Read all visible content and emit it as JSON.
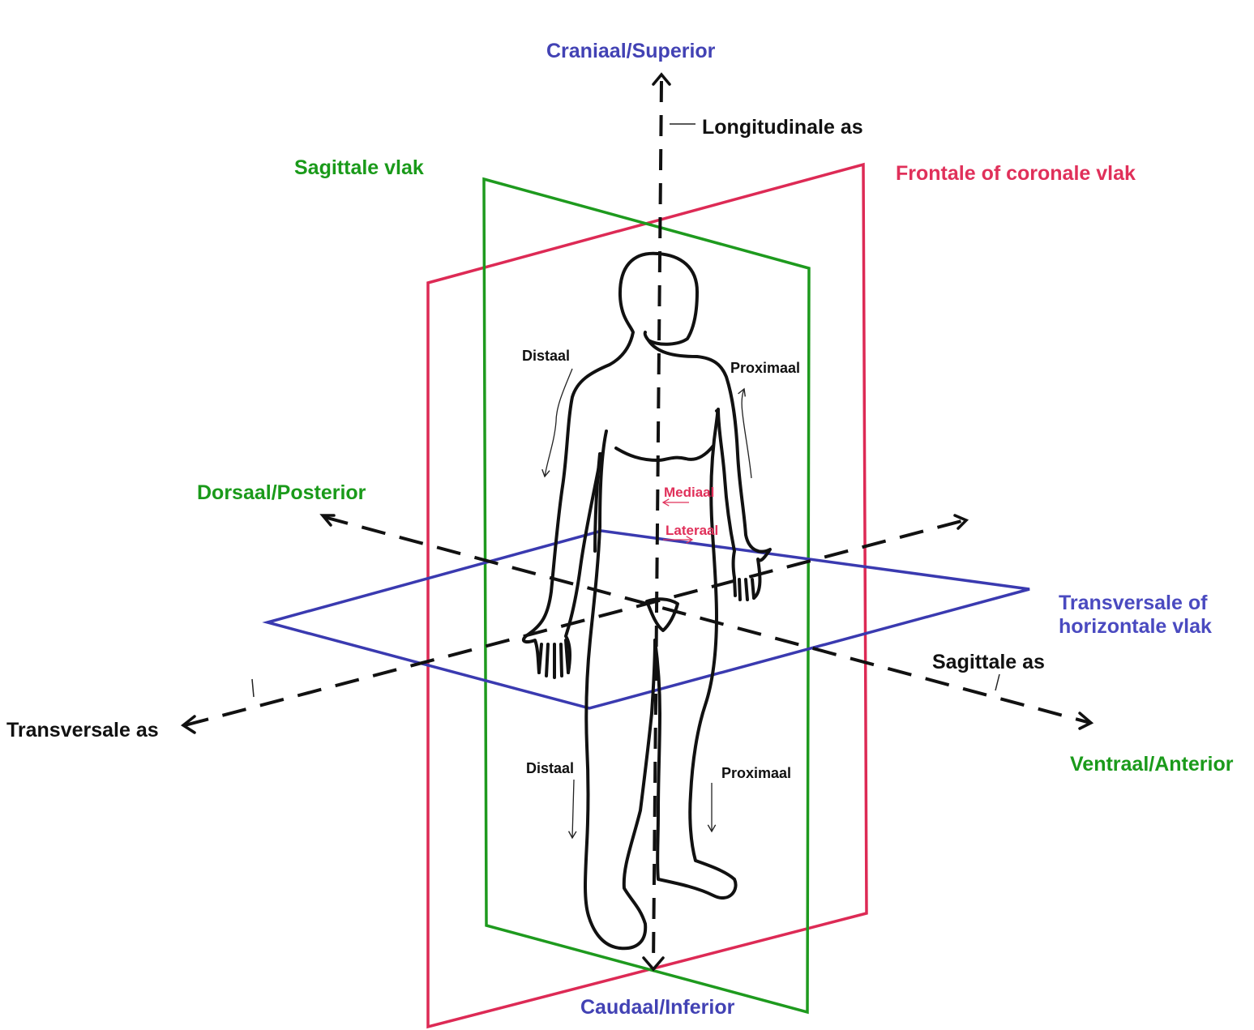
{
  "colors": {
    "blue": "#4242b4",
    "green": "#1a9a1a",
    "red": "#e0305a",
    "black": "#111111",
    "blue_plane": "#3a3ab0",
    "green_plane": "#1e9a1e",
    "red_plane": "#dd2a55"
  },
  "labels": {
    "craniaal": "Craniaal/Superior",
    "caudaal": "Caudaal/Inferior",
    "longitudinale_as": "Longitudinale as",
    "sagittale_vlak": "Sagittale vlak",
    "frontale_vlak": "Frontale of coronale vlak",
    "dorsaal": "Dorsaal/Posterior",
    "ventraal": "Ventraal/Anterior",
    "transversale_vlak_line1": "Transversale of",
    "transversale_vlak_line2": "horizontale vlak",
    "sagittale_as": "Sagittale as",
    "transversale_as": "Transversale as",
    "distaal_upper": "Distaal",
    "proximaal_upper": "Proximaal",
    "mediaal": "Mediaal",
    "lateraal": "Lateraal",
    "distaal_lower": "Distaal",
    "proximaal_lower": "Proximaal"
  }
}
